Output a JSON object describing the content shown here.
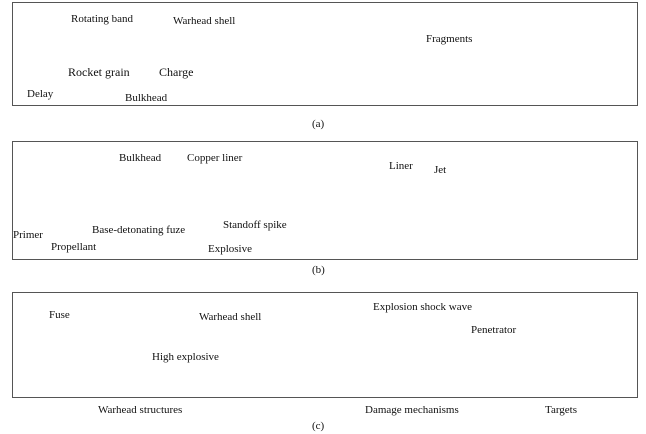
{
  "panel_a": {
    "labels": {
      "rotating_band": "Rotating band",
      "warhead_shell": "Warhead shell",
      "rocket_grain": "Rocket grain",
      "charge": "Charge",
      "delay": "Delay",
      "bulkhead": "Bulkhead",
      "fragments": "Fragments"
    },
    "caption": "(a)"
  },
  "panel_b": {
    "labels": {
      "bulkhead": "Bulkhead",
      "copper_liner": "Copper liner",
      "primer": "Primer",
      "propellant": "Propellant",
      "fuze": "Base-detonating fuze",
      "standoff_spike": "Standoff spike",
      "explosive": "Explosive",
      "liner": "Liner",
      "jet": "Jet"
    },
    "caption": "(b)"
  },
  "panel_c": {
    "labels": {
      "fuse": "Fuse",
      "warhead_shell": "Warhead shell",
      "high_explosive": "High explosive",
      "shock_wave": "Explosion shock wave",
      "penetrator": "Penetrator"
    },
    "caption": "(c)"
  },
  "column_labels": {
    "structures": "Warhead structures",
    "mechanisms": "Damage mechanisms",
    "targets": "Targets"
  }
}
